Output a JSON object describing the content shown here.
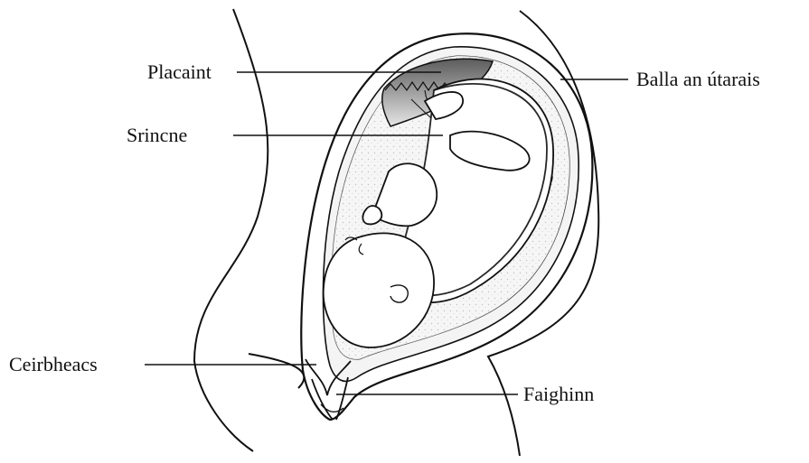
{
  "labels": {
    "placenta": "Placaint",
    "cord": "Srincne",
    "uterine_wall": "Balla an útarais",
    "cervix": "Ceirbheacs",
    "vagina": "Faighinn"
  },
  "colors": {
    "ink": "#111111",
    "amniotic": "#f2f2f2",
    "placenta_dark": "#6e6e6e",
    "placenta_light": "#d9d9d9",
    "paper": "#ffffff"
  }
}
